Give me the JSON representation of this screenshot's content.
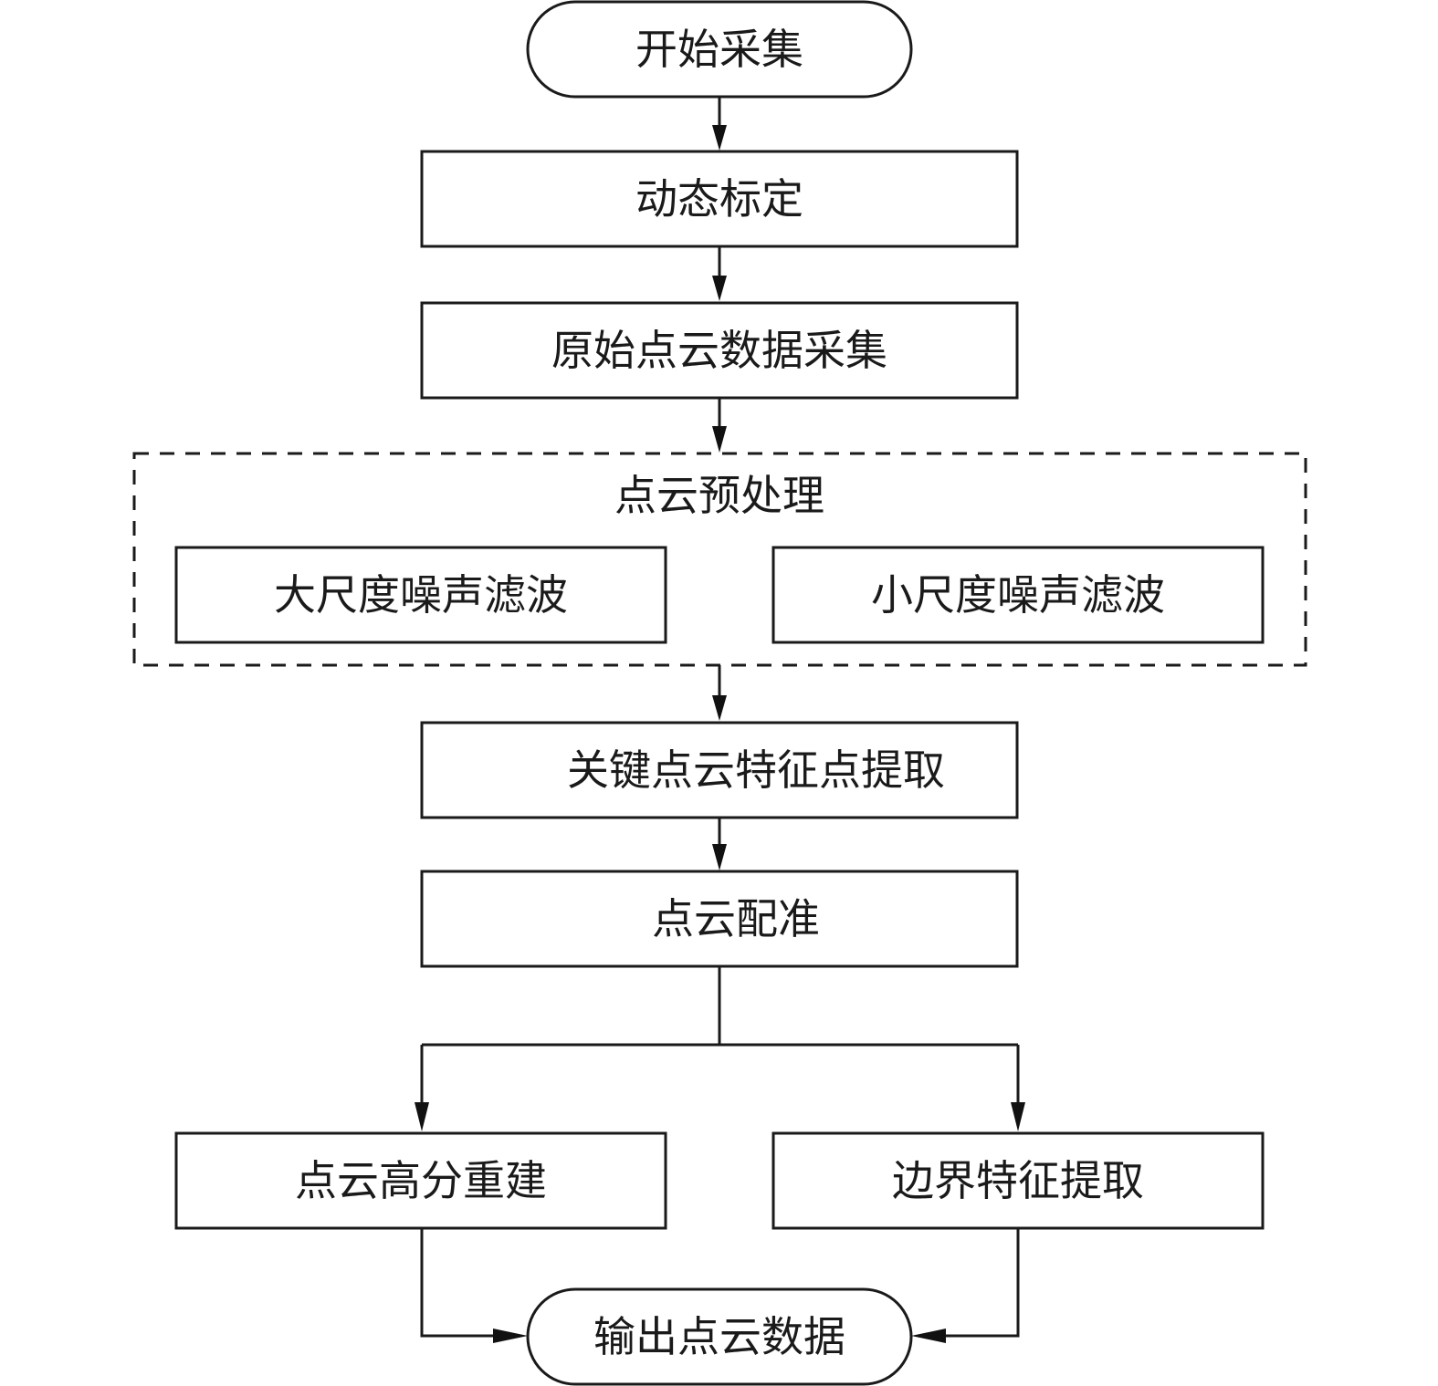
{
  "diagram": {
    "type": "flowchart",
    "nodes": {
      "start": {
        "label": "开始采集",
        "shape": "terminal"
      },
      "dynamic_calibration": {
        "label": "动态标定",
        "shape": "process"
      },
      "raw_acquisition": {
        "label": "原始点云数据采集",
        "shape": "process"
      },
      "preprocessing": {
        "label": "点云预处理",
        "shape": "group",
        "children": {
          "large_scale_filter": {
            "label": "大尺度噪声滤波",
            "shape": "process"
          },
          "small_scale_filter": {
            "label": "小尺度噪声滤波",
            "shape": "process"
          }
        }
      },
      "keypoint_extraction": {
        "label": "关键点云特征点提取",
        "shape": "process"
      },
      "registration": {
        "label": "点云配准",
        "shape": "process"
      },
      "hd_reconstruction": {
        "label": "点云高分重建",
        "shape": "process"
      },
      "boundary_extraction": {
        "label": "边界特征提取",
        "shape": "process"
      },
      "output": {
        "label": "输出点云数据",
        "shape": "terminal"
      }
    },
    "edges": [
      {
        "from": "start",
        "to": "dynamic_calibration"
      },
      {
        "from": "dynamic_calibration",
        "to": "raw_acquisition"
      },
      {
        "from": "raw_acquisition",
        "to": "preprocessing"
      },
      {
        "from": "preprocessing",
        "to": "keypoint_extraction"
      },
      {
        "from": "keypoint_extraction",
        "to": "registration"
      },
      {
        "from": "registration",
        "to": "hd_reconstruction"
      },
      {
        "from": "registration",
        "to": "boundary_extraction"
      },
      {
        "from": "hd_reconstruction",
        "to": "output"
      },
      {
        "from": "boundary_extraction",
        "to": "output"
      }
    ]
  }
}
